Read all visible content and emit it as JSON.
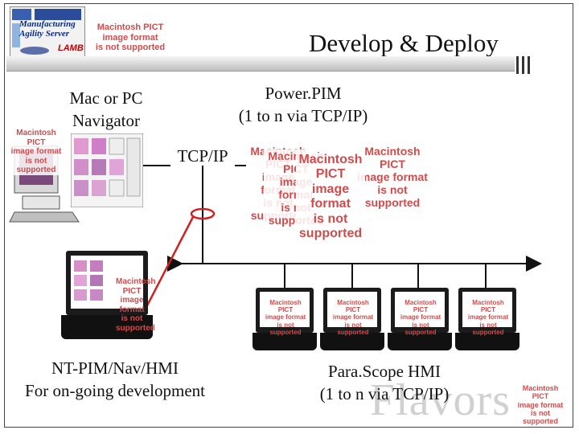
{
  "title": "Develop & Deploy",
  "logo": {
    "line1": "Manufacturing",
    "line2": "Agility Server",
    "brand": "LAMB"
  },
  "placeholders": {
    "line1": "Macintosh PICT",
    "line2": "image format",
    "line3": "is not supported"
  },
  "labels": {
    "navigator_line1": "Mac or PC",
    "navigator_line2": "Navigator",
    "powerpim_line1": "Power.PIM",
    "powerpim_line2": "(1 to n via TCP/IP)",
    "network": "TCP/IP",
    "ntpim_line1": "NT-PIM/Nav/HMI",
    "ntpim_line2": "For on-going development",
    "parascope_line1": "Para.Scope HMI",
    "parascope_line2": "(1 to n via TCP/IP)"
  },
  "watermark": "Flavors",
  "colors": {
    "placeholder_text": "#d24b4b",
    "link_line": "#d02020",
    "network_line": "#111111",
    "watermark": "#d0d0d0"
  },
  "icons": [
    "desktop-computer-icon",
    "laptop-computer-icon",
    "hmi-laptop-icon",
    "network-arrow-icon",
    "connection-ellipse-icon"
  ]
}
